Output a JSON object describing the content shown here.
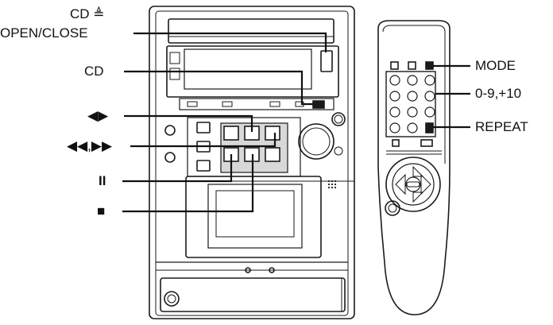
{
  "labels": {
    "cd_open_close_line1": "CD ≜",
    "cd_open_close_line2": "OPEN/CLOSE",
    "cd": "CD",
    "play_pause": "◀▶",
    "skip": "◀◀,▶▶",
    "pause": "II",
    "stop": "■",
    "mode": "MODE",
    "numeric": "0-9,+10",
    "repeat": "REPEAT"
  }
}
